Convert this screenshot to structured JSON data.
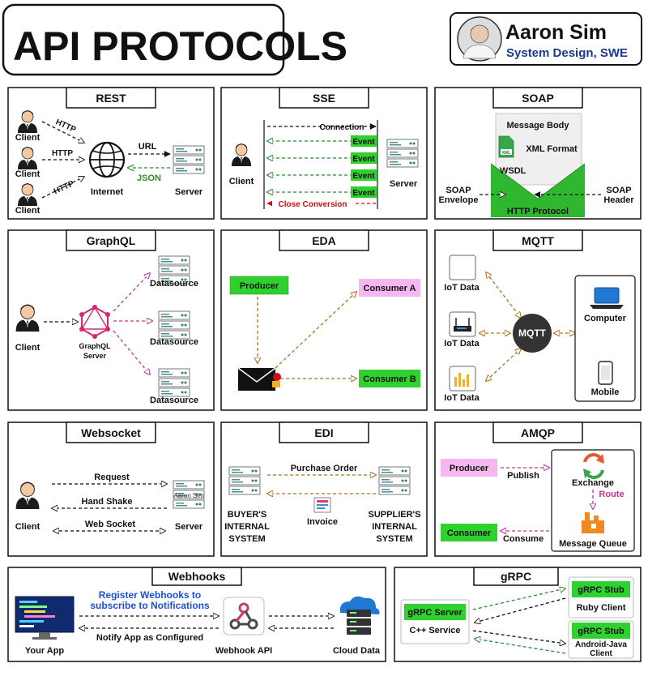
{
  "header": {
    "title": "API PROTOCOLS",
    "author_name": "Aaron Sim",
    "author_role": "System Design, SWE"
  },
  "colors": {
    "green": "#2fd12f",
    "pink": "#f5b7f0",
    "arrow_green": "#2e8b2e",
    "arrow_pink": "#c2349a",
    "arrow_brown": "#b07020",
    "red": "#cc1111",
    "blue": "#1a4fd6"
  },
  "rest": {
    "title": "REST",
    "client_labels": [
      "Client",
      "Client",
      "Client"
    ],
    "http_labels": [
      "HTTP",
      "HTTP",
      "HTTP"
    ],
    "internet": "Internet",
    "url": "URL",
    "json": "JSON",
    "server": "Server"
  },
  "sse": {
    "title": "SSE",
    "client": "Client",
    "server": "Server",
    "connection": "Connection",
    "events": [
      "Event",
      "Event",
      "Event",
      "Event"
    ],
    "close": "Close Conversion"
  },
  "soap": {
    "title": "SOAP",
    "message_body": "Message Body",
    "xml_icon": "XML",
    "xml_format": "XML Format",
    "wsdl": "WSDL",
    "envelope_1": "SOAP",
    "envelope_2": "Envelope",
    "header_1": "SOAP",
    "header_2": "Header",
    "http_protocol": "HTTP Protocol"
  },
  "graphql": {
    "title": "GraphQL",
    "client": "Client",
    "server_1": "GraphQL",
    "server_2": "Server",
    "datasources": [
      "Datasource",
      "Datasource",
      "Datasource"
    ]
  },
  "eda": {
    "title": "EDA",
    "producer": "Producer",
    "consumer_a": "Consumer A",
    "consumer_b": "Consumer B"
  },
  "mqtt": {
    "title": "MQTT",
    "iot_labels": [
      "IoT Data",
      "IoT Data",
      "IoT Data"
    ],
    "broker": "MQTT",
    "computer": "Computer",
    "mobile": "Mobile"
  },
  "websocket": {
    "title": "Websocket",
    "client": "Client",
    "server": "Server",
    "request": "Request",
    "handshake": "Hand Shake",
    "websocket": "Web Socket",
    "watermark": "Aaron Sim"
  },
  "edi": {
    "title": "EDI",
    "purchase_order": "Purchase Order",
    "invoice": "Invoice",
    "buyer": [
      "BUYER'S",
      "INTERNAL",
      "SYSTEM"
    ],
    "supplier": [
      "SUPPLIER'S",
      "INTERNAL",
      "SYSTEM"
    ]
  },
  "amqp": {
    "title": "AMQP",
    "producer": "Producer",
    "publish": "Publish",
    "exchange": "Exchange",
    "route": "Route",
    "consumer": "Consumer",
    "consume": "Consume",
    "queue": "Message Queue"
  },
  "webhooks": {
    "title": "Webhooks",
    "register_1": "Register Webhooks to",
    "register_2": "subscribe to Notifications",
    "notify": "Notify App as Configured",
    "your_app": "Your App",
    "webhook_api": "Webhook API",
    "cloud_data": "Cloud Data"
  },
  "grpc": {
    "title": "gRPC",
    "server": "gRPC Server",
    "server_lang": "C++ Service",
    "stub_1": "gRPC Stub",
    "stub_1_lang": "Ruby Client",
    "stub_2": "gRPC Stub",
    "stub_2_lang_1": "Android-Java",
    "stub_2_lang_2": "Client"
  }
}
